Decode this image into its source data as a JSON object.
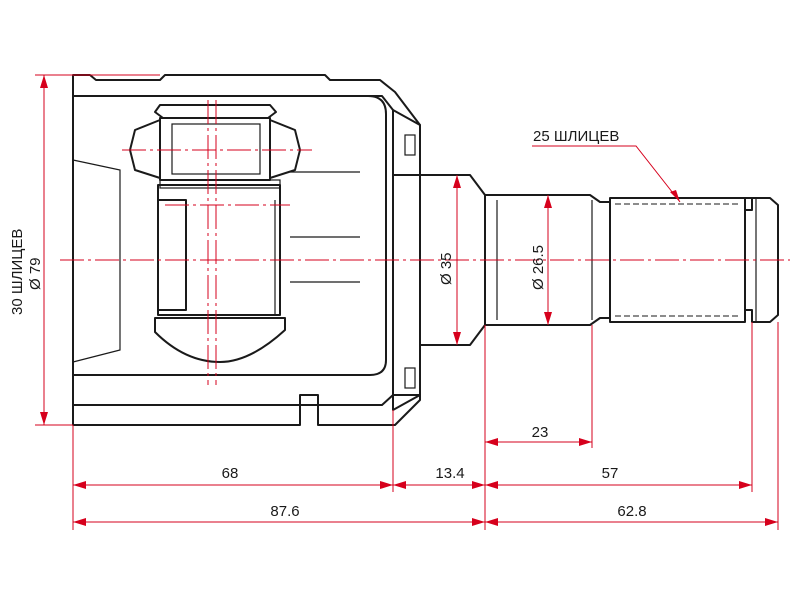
{
  "labels": {
    "outer_splines": "30 ШЛИЦЕВ",
    "outer_diameter": "Ø 79",
    "inner_splines": "25 ШЛИЦЕВ",
    "neck_diameter": "Ø 35",
    "shaft_diameter": "Ø 26.5",
    "dim_23": "23",
    "dim_68": "68",
    "dim_13_4": "13.4",
    "dim_57": "57",
    "dim_87_6": "87.6",
    "dim_62_8": "62.8"
  },
  "colors": {
    "dimension": "#d6001c",
    "outline": "#1a1a1a"
  }
}
